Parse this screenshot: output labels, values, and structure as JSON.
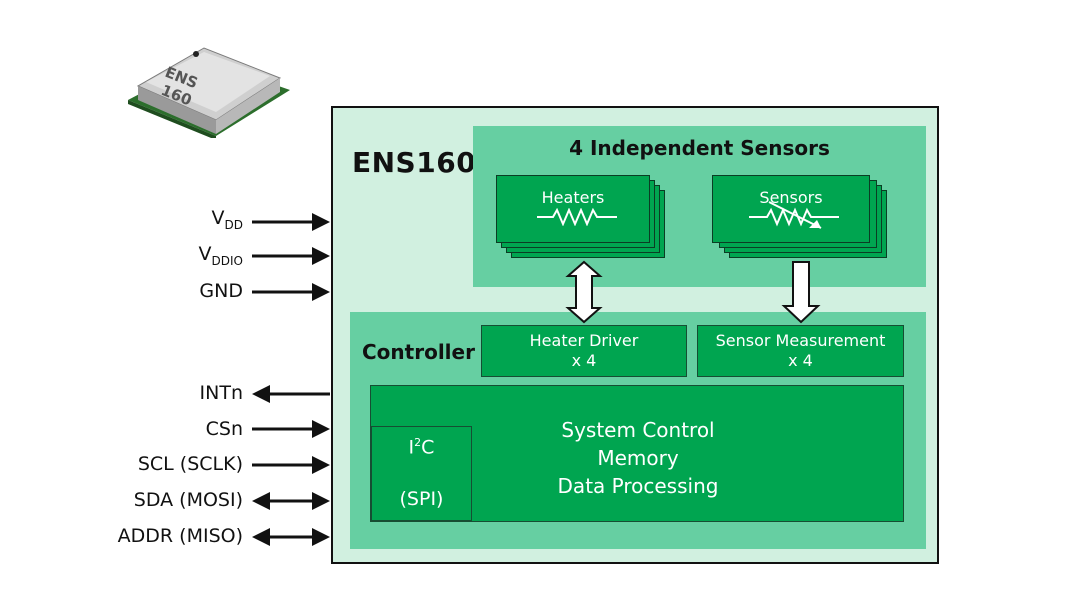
{
  "chip_label": [
    "ENS",
    "160"
  ],
  "block_title": "ENS160",
  "sensor_group": {
    "title": "4 Independent Sensors",
    "heaters_label": "Heaters",
    "sensors_label": "Sensors"
  },
  "controller": {
    "title": "Controller",
    "heater_driver": [
      "Heater Driver",
      "x 4"
    ],
    "sensor_measurement": [
      "Sensor Measurement",
      "x 4"
    ],
    "system_lines": [
      "System Control",
      "Memory",
      "Data Processing"
    ],
    "i2c_main": "I",
    "i2c_sup": "2",
    "i2c_tail": "C",
    "spi": "(SPI)"
  },
  "pins": [
    {
      "name": "V",
      "sub": "DD",
      "dir": "in"
    },
    {
      "name": "V",
      "sub": "DDIO",
      "dir": "in"
    },
    {
      "name": "GND",
      "sub": "",
      "dir": "in"
    },
    {
      "name": "INTn",
      "sub": "",
      "dir": "out"
    },
    {
      "name": "CSn",
      "sub": "",
      "dir": "in"
    },
    {
      "name": "SCL (SCLK)",
      "sub": "",
      "dir": "in"
    },
    {
      "name": "SDA (MOSI)",
      "sub": "",
      "dir": "bi"
    },
    {
      "name": "ADDR (MISO)",
      "sub": "",
      "dir": "bi"
    }
  ],
  "colors": {
    "outer_bg": "#d1f0e0",
    "panel": "#66cfa2",
    "block": "#00a550"
  }
}
